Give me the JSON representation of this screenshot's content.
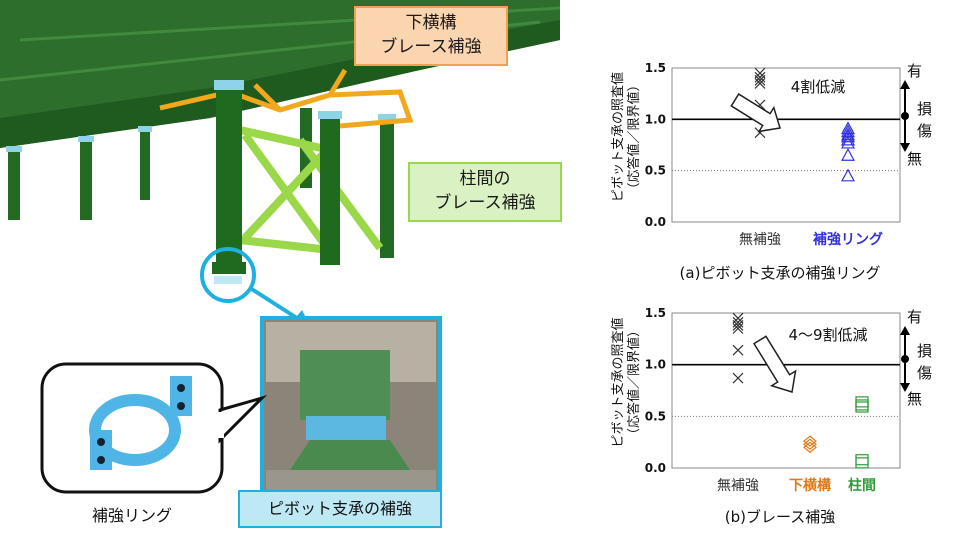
{
  "labels": {
    "lower_lateral": "下横構\nブレース補強",
    "column_brace": "柱間の\nブレース補強",
    "ring_caption": "補強リング",
    "pivot_caption": "ピボット支承の補強"
  },
  "ylabel_line1": "ピボット支承の照査値",
  "ylabel_line2": "（応答値／限界値）",
  "side_scale": {
    "top": "有",
    "middle": "損\n傷",
    "bottom": "無"
  },
  "colors": {
    "unreinforced": "#333333",
    "ring": "#3333dd",
    "lower_lateral": "#e07b1a",
    "column": "#2f9a3a"
  },
  "chart_data": [
    {
      "type": "scatter",
      "title": "(a)ピボット支承の補強リング",
      "categories": [
        "無補強",
        "補強リング"
      ],
      "ylim": [
        0.0,
        1.5
      ],
      "yticks": [
        "0.0",
        "0.5",
        "1.0",
        "1.5"
      ],
      "annotation": "4割低減",
      "series": [
        {
          "category": "無補強",
          "marker": "x",
          "values": [
            1.45,
            1.41,
            1.38,
            1.35,
            1.14,
            0.87
          ]
        },
        {
          "category": "補強リング",
          "marker": "triangle",
          "values": [
            0.91,
            0.88,
            0.85,
            0.83,
            0.8,
            0.77,
            0.65,
            0.45
          ]
        }
      ]
    },
    {
      "type": "scatter",
      "title": "(b)ブレース補強",
      "categories": [
        "無補強",
        "下横構",
        "柱間"
      ],
      "ylim": [
        0.0,
        1.5
      ],
      "yticks": [
        "0.0",
        "0.5",
        "1.0",
        "1.5"
      ],
      "annotation": "4〜9割低減",
      "series": [
        {
          "category": "無補強",
          "marker": "x",
          "values": [
            1.45,
            1.41,
            1.38,
            1.35,
            1.14,
            0.87
          ]
        },
        {
          "category": "下横構",
          "marker": "diamond",
          "values": [
            0.26,
            0.23,
            0.2
          ]
        },
        {
          "category": "柱間",
          "marker": "square",
          "values": [
            0.64,
            0.61,
            0.59,
            0.08,
            0.05
          ]
        }
      ]
    }
  ]
}
